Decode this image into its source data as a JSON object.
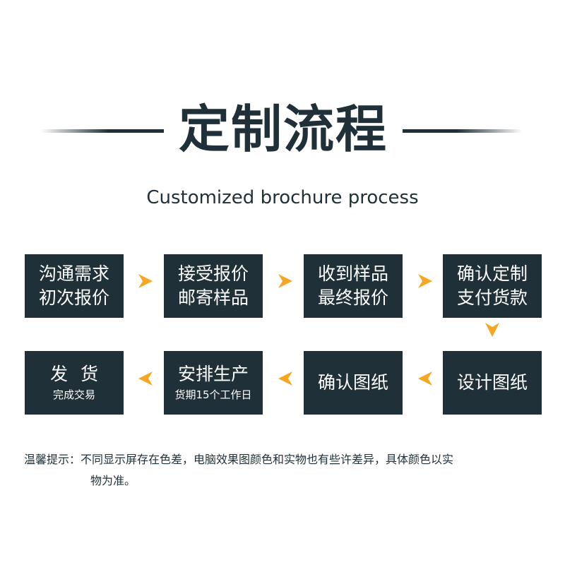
{
  "title": "定制流程",
  "subtitle": "Customized brochure process",
  "colors": {
    "box": "#1f3038",
    "arrow": "#f5a623",
    "text": "#1f3038"
  },
  "steps": [
    {
      "line1": "沟通需求",
      "line2": "初次报价"
    },
    {
      "line1": "接受报价",
      "line2": "邮寄样品"
    },
    {
      "line1": "收到样品",
      "line2": "最终报价"
    },
    {
      "line1": "确认定制",
      "line2": "支付货款"
    },
    {
      "line1": "设计图纸"
    },
    {
      "line1": "确认图纸"
    },
    {
      "line1": "安排生产",
      "line2": "货期15个工作日"
    },
    {
      "line1": "发货",
      "line2": "完成交易"
    }
  ],
  "note": {
    "line1": "温馨提示：不同显示屏存在色差，电脑效果图颜色和实物也有些许差异，具体颜色以实",
    "line2": "物为准。"
  }
}
